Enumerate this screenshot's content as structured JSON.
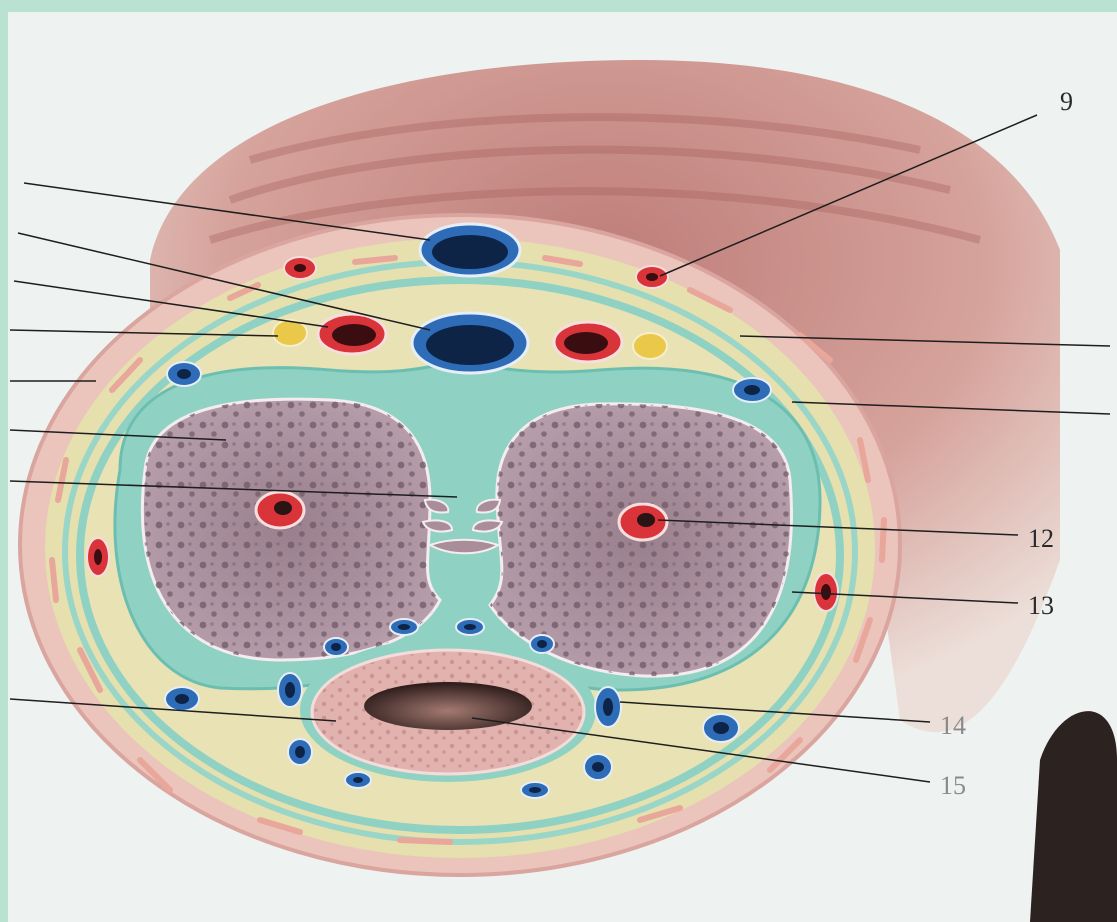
{
  "labels": {
    "l9": "9",
    "l12": "12",
    "l13": "13",
    "l14": "14",
    "l15": "15"
  },
  "colors": {
    "frame": "#b9e2d2",
    "paper": "#eef2f0",
    "skin": "#c98b86",
    "fascia": "#e6dfae",
    "tunica": "#8fd2c4",
    "cavernosa": "#a98e9a",
    "spongiosum": "#e2b2ae",
    "vein_blue": "#2e6cb8",
    "artery_red": "#d8343a",
    "nerve_yellow": "#e9c84a"
  }
}
